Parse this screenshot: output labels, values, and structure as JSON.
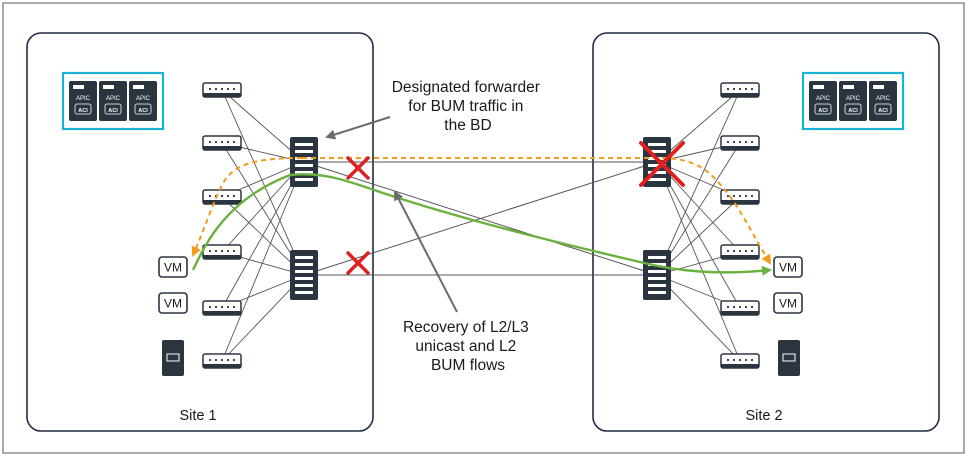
{
  "sites": [
    {
      "label": "Site 1"
    },
    {
      "label": "Site 2"
    }
  ],
  "annotations": {
    "designated_forwarder": [
      "Designated forwarder",
      "for BUM traffic in",
      "the BD"
    ],
    "recovery": [
      "Recovery of L2/L3",
      "unicast and L2",
      "BUM flows"
    ]
  },
  "apic": {
    "label": "APIC",
    "badge": "ACI"
  },
  "vm_label": "VM",
  "colors": {
    "site_border": "#1f2a44",
    "apic_frame": "#19b3d6",
    "link": "#555555",
    "bum_flow": "#f29b1d",
    "unicast_flow": "#6ab23e",
    "failure": "#e02020",
    "device": "#2b3540"
  }
}
